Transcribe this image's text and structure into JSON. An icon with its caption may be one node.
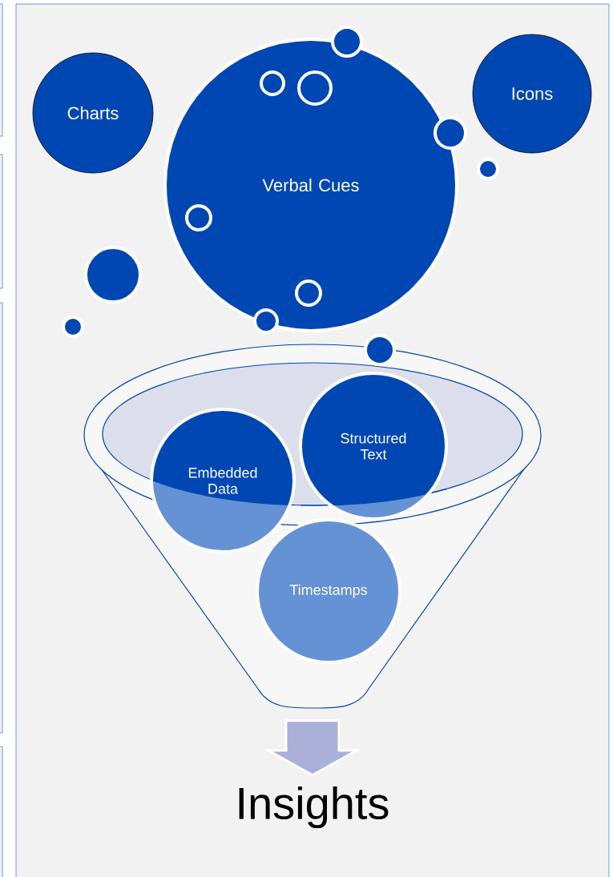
{
  "diagram": {
    "nodes": [
      {
        "text": [
          "Charts"
        ]
      },
      {
        "text": [
          "Verbal Cues"
        ]
      },
      {
        "text": [
          "Icons"
        ]
      },
      {
        "text": [],
        "shape": "funnel"
      },
      {
        "text": [
          "Structured Text"
        ]
      },
      {
        "text": [
          "Embedded Data"
        ]
      },
      {
        "text": [
          "Timestamps"
        ],
        "in": 3
      },
      {
        "text": [
          "Insights"
        ]
      }
    ],
    "edges": [
      {
        "from": 3,
        "to": 7,
        "arrow": "to"
      }
    ]
  }
}
